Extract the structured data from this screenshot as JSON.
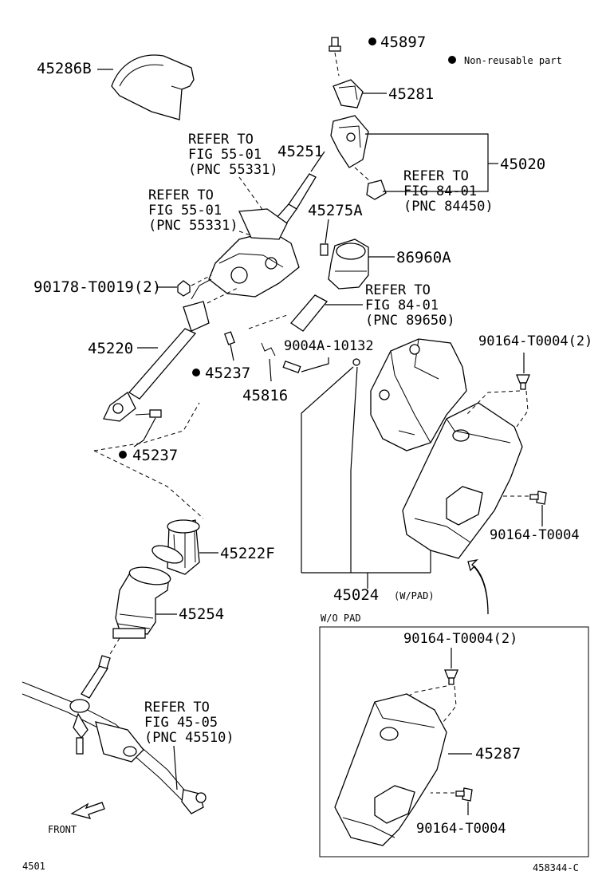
{
  "legend": {
    "bullet": "●",
    "text": "Non-reusable part"
  },
  "parts": {
    "p45897": "45897",
    "p45286B": "45286B",
    "p45281": "45281",
    "p45020": "45020",
    "p45251": "45251",
    "p45275A": "45275A",
    "p86960A": "86960A",
    "p90178": "90178-T0019(2)",
    "p45220": "45220",
    "p45237a": "45237",
    "p45816": "45816",
    "p9004A": "9004A-10132",
    "p90164a": "90164-T0004(2)",
    "p45237b": "45237",
    "p90164b": "90164-T0004",
    "p45222F": "45222F",
    "p45254": "45254",
    "p45024": "45024",
    "p45024_note": "(W/PAD)",
    "p90164c": "90164-T0004(2)",
    "p45287": "45287",
    "p90164d": "90164-T0004"
  },
  "refs": {
    "r1": [
      "REFER TO",
      "FIG 55-01",
      "(PNC 55331)"
    ],
    "r2": [
      "REFER TO",
      "FIG 55-01",
      "(PNC 55331)"
    ],
    "r3": [
      "REFER TO",
      "FIG 84-01",
      "(PNC 84450)"
    ],
    "r4": [
      "REFER TO",
      "FIG 84-01",
      "(PNC 89650)"
    ],
    "r5": [
      "REFER TO",
      "FIG 45-05",
      "(PNC 45510)"
    ]
  },
  "inset": {
    "title": "W/O PAD"
  },
  "footer": {
    "front": "FRONT",
    "page_code": "4501",
    "figure_code": "458344-C"
  }
}
